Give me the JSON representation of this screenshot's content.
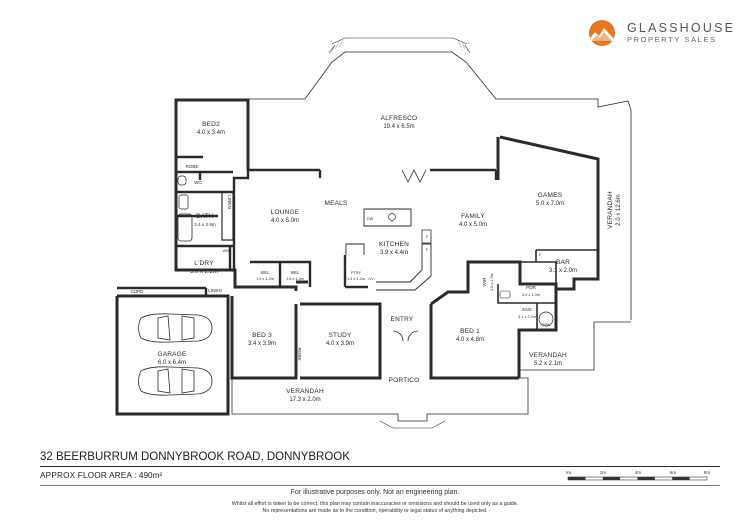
{
  "brand": {
    "name": "GLASSHOUSE",
    "tagline": "PROPERTY SALES",
    "logo_icon": "mountain-sun-icon",
    "accent_color": "#e87722"
  },
  "property": {
    "address": "32 BEERBURRUM DONNYBROOK ROAD, DONNYBROOK",
    "area_label": "APPROX FLOOR AREA :",
    "area_value": "490m²"
  },
  "scale_bar": {
    "ticks": [
      "0m",
      "2m",
      "4m",
      "6m",
      "8m"
    ]
  },
  "rooms": {
    "alfresco": {
      "name": "ALFRESCO",
      "dims": "19.4 x 6.5m"
    },
    "bed2": {
      "name": "BED2",
      "dims": "4.0 x 3.4m"
    },
    "robe_bed2": {
      "name": "ROBE"
    },
    "wc": {
      "name": "WC"
    },
    "linen1": {
      "name": "LINEN"
    },
    "bath": {
      "name": "BATH",
      "dims": "2.4 x 2.9m"
    },
    "lounge": {
      "name": "LOUNGE",
      "dims": "4.0 x 5.0m"
    },
    "meals": {
      "name": "MEALS"
    },
    "dw": {
      "name": "DW"
    },
    "kitchen": {
      "name": "KITCHEN",
      "dims": "3.9 x 4.4m"
    },
    "family": {
      "name": "FAMILY",
      "dims": "4.0 x 5.0m"
    },
    "games": {
      "name": "GAMES",
      "dims": "5.0 x 7.0m"
    },
    "verandah_right": {
      "name": "VERANDAH",
      "dims": "2.0 x 12.6m"
    },
    "bar": {
      "name": "BAR",
      "dims": "3.1 x 2.0m"
    },
    "laundry": {
      "name": "L'DRY",
      "dims": "3.0 x 2.2m"
    },
    "wm": {
      "name": "WM"
    },
    "wil1": {
      "name": "WIL",
      "dims": "1.9 x 1.2m"
    },
    "wil2": {
      "name": "WIL",
      "dims": "1.9 x 1.2m"
    },
    "pantry": {
      "name": "PTRY",
      "dims": "1.4 x 1.2m"
    },
    "ov": {
      "name": "OV"
    },
    "fridge": {
      "name": "F"
    },
    "wir": {
      "name": "WIR",
      "dims": "2.0 x 1.9m"
    },
    "pdr": {
      "name": "PDR",
      "dims": "2.0 x 1.0m"
    },
    "ens": {
      "name": "ENS",
      "dims": "3.1 x 2.2m"
    },
    "spa": {
      "name": "SPA"
    },
    "cupd": {
      "name": "CUPD"
    },
    "linen2": {
      "name": "LINEN"
    },
    "garage": {
      "name": "GARAGE",
      "dims": "6.0 x 6.4m"
    },
    "bed3": {
      "name": "BED 3",
      "dims": "3.4 x 3.9m"
    },
    "robe_bed3": {
      "name": "ROBE"
    },
    "study": {
      "name": "STUDY",
      "dims": "4.0 x 3.9m"
    },
    "entry": {
      "name": "ENTRY"
    },
    "bed1": {
      "name": "BED 1",
      "dims": "4.0 x 4.8m"
    },
    "verandah_front": {
      "name": "VERANDAH",
      "dims": "17.3 x 2.0m"
    },
    "portico": {
      "name": "PORTICO"
    },
    "verandah_small": {
      "name": "VERANDAH",
      "dims": "5.2 x 2.1m"
    }
  },
  "disclaimer": {
    "line1": "For illustrative purposes only. Not an engineering plan.",
    "line2": "Whilst all effort is taken to be correct, this plan may contain inaccuracies or omissions and should be used only as a guide.",
    "line3": "No representations are made as to the condition, operability or legal status of anything depicted."
  }
}
